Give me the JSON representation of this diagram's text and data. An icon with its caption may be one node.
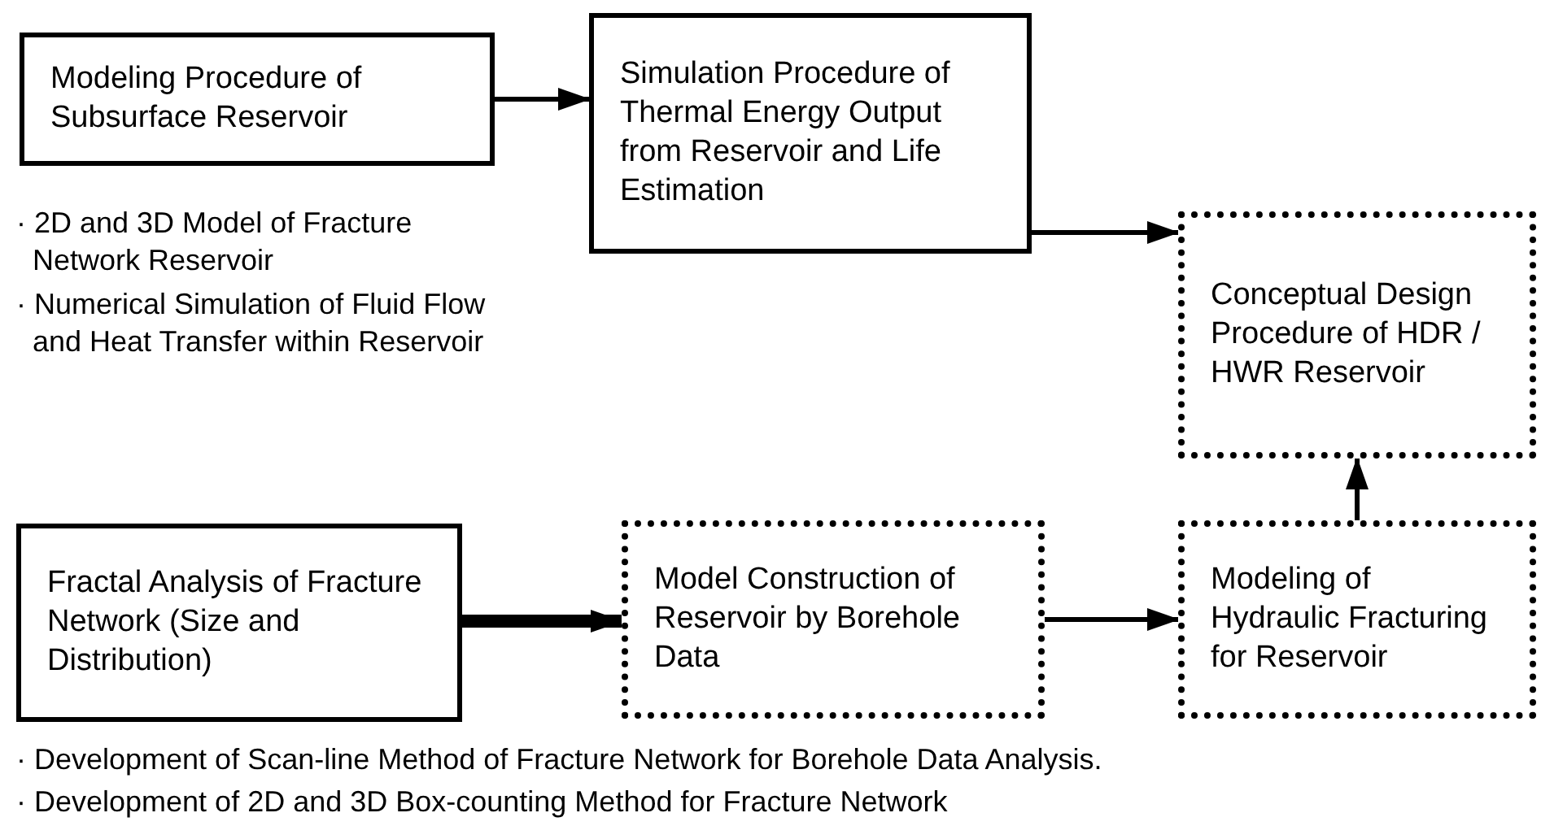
{
  "diagram": {
    "nodes": [
      {
        "text": [
          "Modeling Procedure of Subsurface Reservoir"
        ]
      },
      {
        "text": [
          "Simulation Procedure of Thermal Energy Output from Reservoir and Life Estimation"
        ]
      },
      {
        "text": [
          "Conceptual Design Procedure of HDR / HWR Reservoir"
        ]
      },
      {
        "text": [
          "Fractal Analysis of Fracture Network (Size and Distribution)"
        ]
      },
      {
        "text": [
          "Model Construction of Reservoir by Borehole Data"
        ]
      },
      {
        "text": [
          "Modeling of Hydraulic Fracturing for Reservoir"
        ]
      }
    ],
    "edges": [
      {
        "from": 0,
        "to": 1,
        "arrow": "to"
      },
      {
        "from": 1,
        "to": 2,
        "arrow": "to"
      },
      {
        "from": 3,
        "to": 4,
        "arrow": "to",
        "style": "thick"
      },
      {
        "from": 4,
        "to": 5,
        "arrow": "to"
      },
      {
        "from": 5,
        "to": 2,
        "arrow": "to"
      }
    ],
    "labels": [
      "· 2D and 3D Model of Fracture Network Reservoir",
      "· Numerical Simulation of Fluid Flow and Heat Transfer within Reservoir",
      "· Development of Scan-line Method of Fracture Network for Borehole Data Analysis.",
      "· Development of 2D and 3D Box-counting Method for Fracture Network"
    ]
  }
}
